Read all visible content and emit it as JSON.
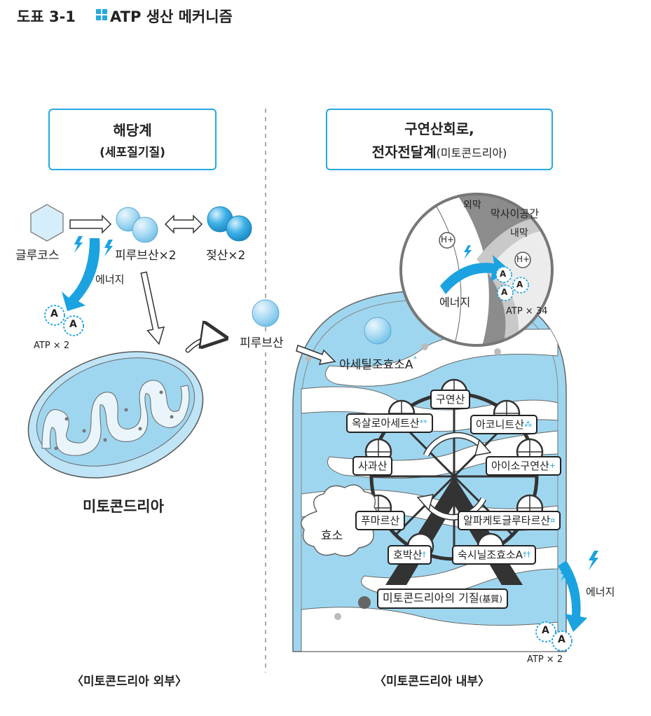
{
  "title": {
    "figure_no": "도표 3-1",
    "text": "ATP 생산 메커니즘"
  },
  "left_box": {
    "title": "해당계",
    "subtitle": "(세포질기질)"
  },
  "right_box": {
    "title": "구연산회로,",
    "subtitle_main": "전자전달계",
    "subtitle_paren": "(미토콘드리아)"
  },
  "molecules": {
    "glucose": "글루코스",
    "pyruvic_x2": "피루브산×2",
    "lactic_x2": "젖산×2",
    "pyruvic": "피루브산",
    "acetyl_coa": "아세틸조효소A",
    "acetyl_mark": "*"
  },
  "energy": {
    "left": "에너지",
    "inset": "에너지",
    "bottom": "에너지"
  },
  "atp": {
    "left": "ATP × 2",
    "inset": "ATP × 34",
    "bottom": "ATP × 2",
    "letter": "A"
  },
  "inset": {
    "outer_membrane": "외막",
    "intermembrane_space": "막사이공간",
    "inner_membrane": "내막",
    "proton": "H+"
  },
  "mitochondria_label": "미토콘드리아",
  "cycle": {
    "citric": "구연산",
    "oxaloacetic": "옥살로아세트산",
    "oxaloacetic_mark": "**",
    "aconitic": "아코니트산",
    "aconitic_mark": "⁂",
    "malic": "사과산",
    "isocitric": "아이소구연산",
    "isocitric_mark": "+",
    "fumaric": "푸마르산",
    "ketoglutaric": "알파케토글루타르산",
    "ketoglutaric_mark": "¤",
    "succinic": "호박산",
    "succinic_mark": "†",
    "succinyl_coa": "숙시닐조효소A",
    "succinyl_mark": "††"
  },
  "enzyme": "효소",
  "matrix_label": {
    "main": "미토콘드리아의 기질",
    "paren": "(基質)"
  },
  "captions": {
    "outside": "〈미토콘드리아 외부〉",
    "inside": "〈미토콘드리아 내부〉"
  },
  "colors": {
    "accent": "#25a9e0",
    "mito_fill": "#9fd6ef",
    "light_blue": "#cfeaf8",
    "dark_gray": "#8c8c8c",
    "outline": "#333333"
  }
}
